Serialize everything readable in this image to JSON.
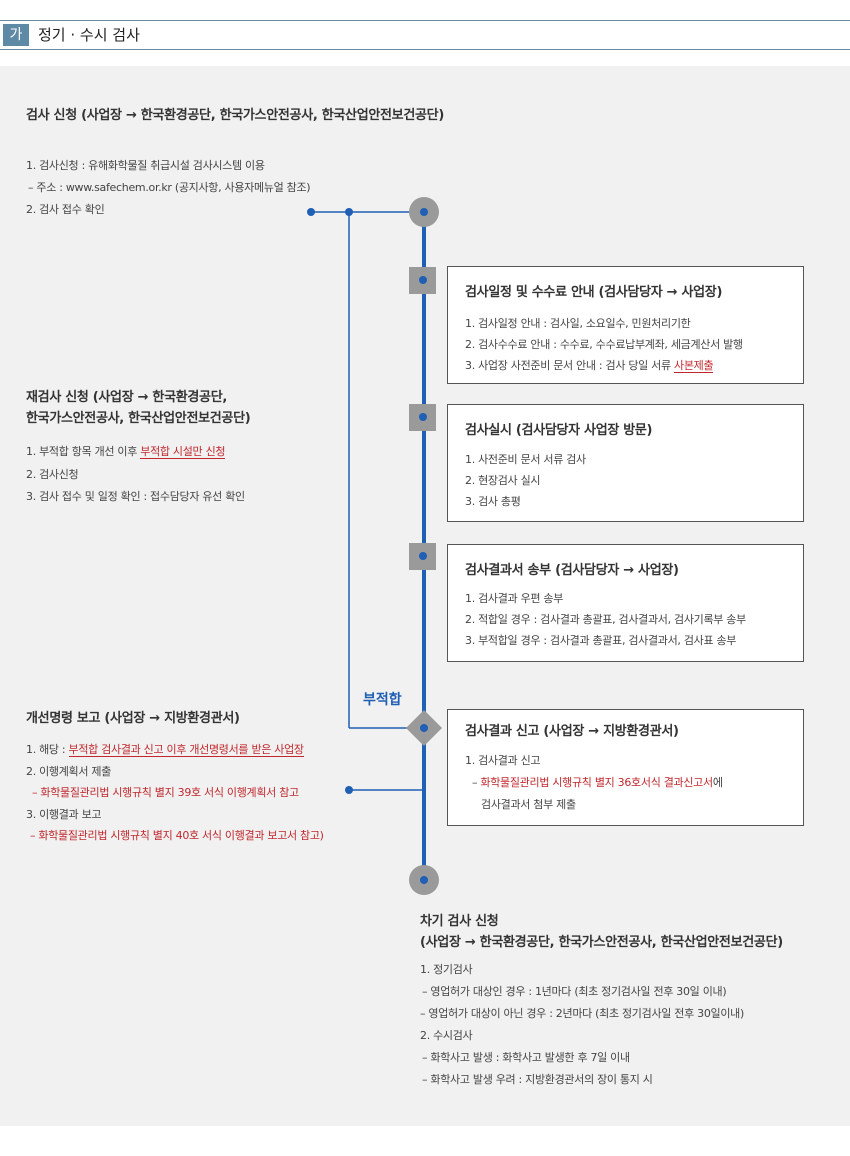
{
  "header": {
    "badge": "가",
    "title": "정기 · 수시 검사"
  },
  "apply": {
    "title": "검사 신청 (사업장 → 한국환경공단, 한국가스안전공사, 한국산업안전보건공단)",
    "l1": "1. 검사신청 : 유해화학물질 취급시설 검사시스템 이용",
    "l2": "– 주소 : www.safechem.or.kr (공지사항, 사용자메뉴얼 참조)",
    "l3": "2. 검사 접수 확인"
  },
  "box1": {
    "title": "검사일정 및 수수료 안내 (검사담당자 → 사업장)",
    "l1": "1. 검사일정 안내 : 검사일, 소요일수, 민원처리기한",
    "l2": "2. 검사수수료 안내 : 수수료, 수수료납부계좌, 세금계산서 발행",
    "l3a": "3. 사업장 사전준비 문서 안내 : 검사 당일 서류 ",
    "l3b": "사본제출"
  },
  "reapply": {
    "title1": "재검사 신청 (사업장 → 한국환경공단,",
    "title2": "한국가스안전공사, 한국산업안전보건공단)",
    "l1a": "1. 부적합 항목 개선 이후 ",
    "l1b": "부적합 시설만 신청",
    "l2": "2. 검사신청",
    "l3": "3. 검사 접수 및 일정 확인 : 접수담당자 유선 확인"
  },
  "box2": {
    "title": "검사실시 (검사담당자 사업장 방문)",
    "l1": "1. 사전준비 문서 서류 검사",
    "l2": "2. 현장검사 실시",
    "l3": "3. 검사 총평"
  },
  "box3": {
    "title": "검사결과서 송부 (검사담당자 → 사업장)",
    "l1": "1. 검사결과 우편 송부",
    "l2": "2. 적합일 경우 : 검사결과 총괄표, 검사결과서, 검사기록부 송부",
    "l3": "3. 부적합일 경우 : 검사결과 총괄표, 검사결과서, 검사표 송부"
  },
  "fail_label": "부적합",
  "order": {
    "title": "개선명령 보고 (사업장  → 지방환경관서)",
    "l1a": "1. 해당 : ",
    "l1b": "부적합 검사결과 신고 이후 개선명령서를 받은 사업장",
    "l2": "2. 이행계획서 제출",
    "l3": "– 화학물질관리법 시행규칙 별지 39호 서식 이행계획서 참고",
    "l4": "3. 이행결과 보고",
    "l5": "– 화학물질관리법 시행규칙 별지 40호 서식 이행결과 보고서 참고)"
  },
  "box4": {
    "title": "검사결과 신고 (사업장  → 지방환경관서)",
    "l1": "1. 검사결과 신고",
    "l2a": "– ",
    "l2b": "화학물질관리법 시행규칙 별지 36호서식 결과신고서",
    "l2c": "에",
    "l3": "검사결과서 첨부 제출"
  },
  "next": {
    "title1": "차기 검사 신청",
    "title2": "(사업장 → 한국환경공단, 한국가스안전공사, 한국산업안전보건공단)",
    "l1": "1. 정기검사",
    "l2": "– 영업허가 대상인 경우 : 1년마다 (최초 정기검사일 전후 30일 이내)",
    "l3": "– 영업허가 대상이 아닌 경우 : 2년마다 (최초 정기검사일 전후 30일이내)",
    "l4": "2. 수시검사",
    "l5": "– 화학사고 발생 : 화학사고 발생한 후 7일 이내",
    "l6": "– 화학사고 발생 우려 : 지방환경관서의 장이 통지 시"
  },
  "colors": {
    "line": "#1f5fb4",
    "node": "#9a9a9a",
    "red": "#c0282d",
    "badge": "#5f8aa6",
    "panel": "#f1f1f1"
  }
}
